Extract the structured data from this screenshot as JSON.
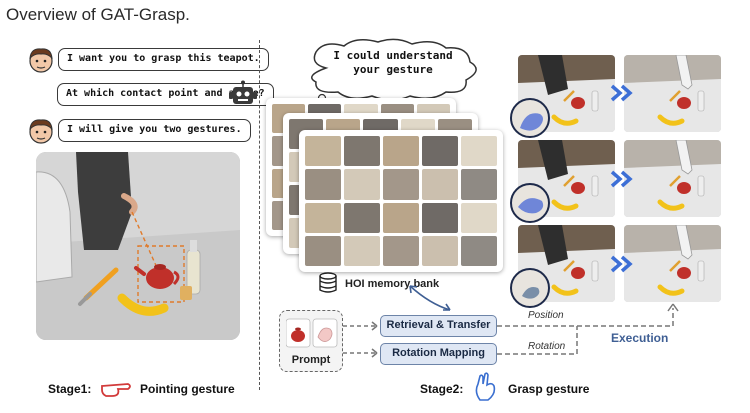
{
  "title": "Overview of GAT-Grasp.",
  "chat": {
    "human_1": "I want you to grasp this teapot.",
    "robot_1": "At which contact point and angle?",
    "human_2": "I will give you two gestures."
  },
  "thought": "I could understand your gesture",
  "memory_bank_label": "HOI memory bank",
  "prompt_label": "Prompt",
  "retrieval_label": "Retrieval & Transfer",
  "rotation_mapping_label": "Rotation Mapping",
  "position_label": "Position",
  "rotation_label": "Rotation",
  "execution_label": "Execution",
  "stage1": {
    "name": "Stage1:",
    "gesture": "Pointing gesture"
  },
  "stage2": {
    "name": "Stage2:",
    "gesture": "Grasp gesture"
  },
  "colors": {
    "accent_blue": "#3f5f94",
    "box_fill": "#dfe7f4",
    "chevron": "#3d6fd6",
    "teapot": "#c0302a",
    "banana": "#f2c21a"
  }
}
